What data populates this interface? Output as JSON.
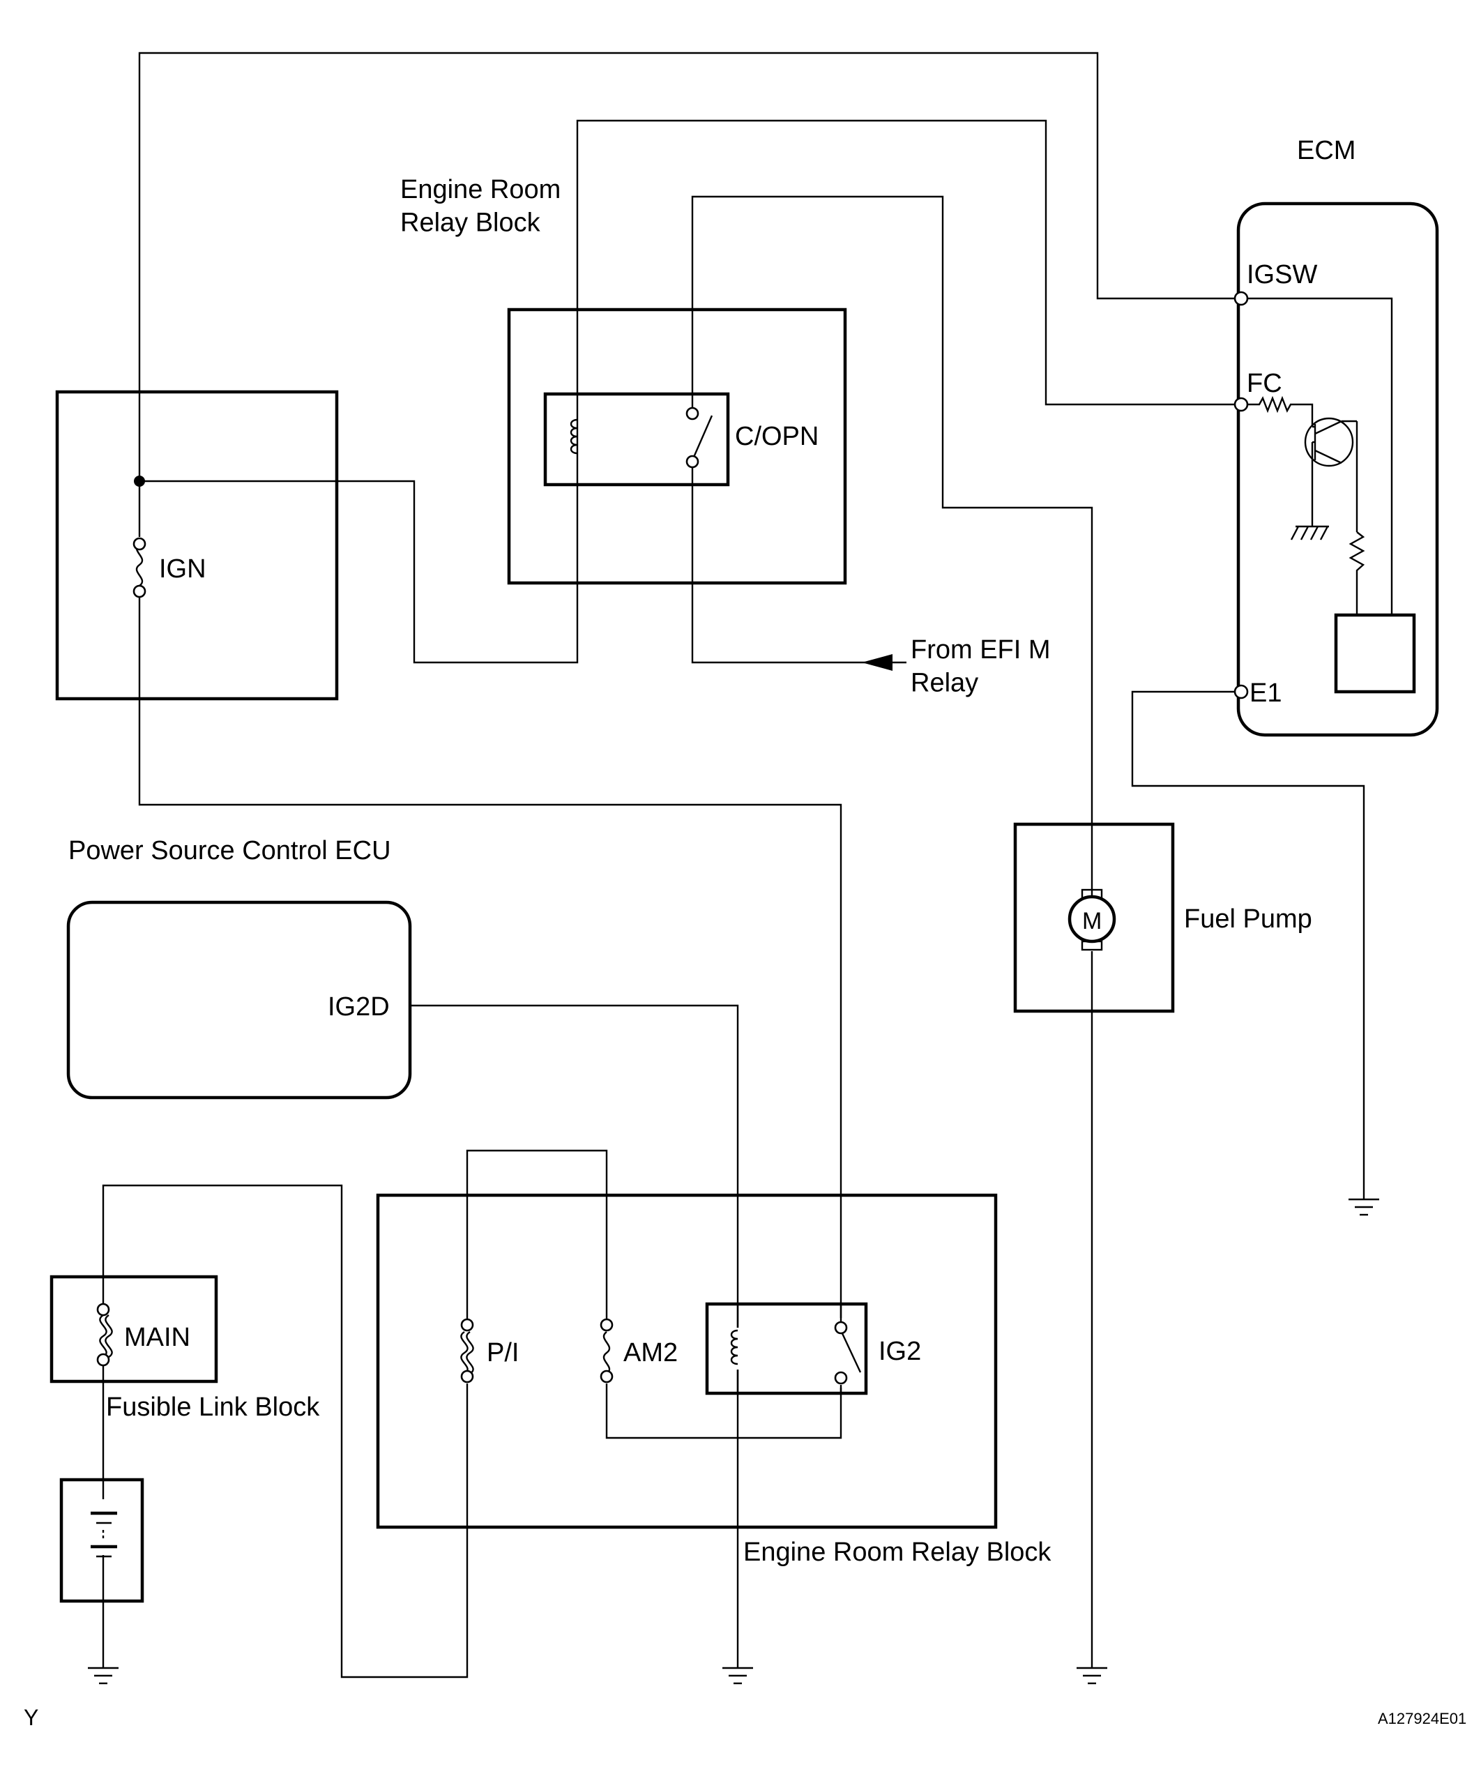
{
  "labels": {
    "ecm": "ECM",
    "engine_room_relay_block_top": "Engine Room\nRelay Block",
    "c_opn": "C/OPN",
    "ign": "IGN",
    "igsw": "IGSW",
    "fc": "FC",
    "e1": "E1",
    "from_efi": "From EFI M\nRelay",
    "power_source_ecu": "Power Source Control ECU",
    "ig2d": "IG2D",
    "fuel_pump": "Fuel Pump",
    "motor": "M",
    "main": "MAIN",
    "fusible_link_block": "Fusible Link Block",
    "p_i": "P/I",
    "am2": "AM2",
    "ig2": "IG2",
    "engine_room_relay_block_bottom": "Engine Room Relay Block",
    "corner_letter": "Y",
    "figure_id": "A127924E01"
  }
}
